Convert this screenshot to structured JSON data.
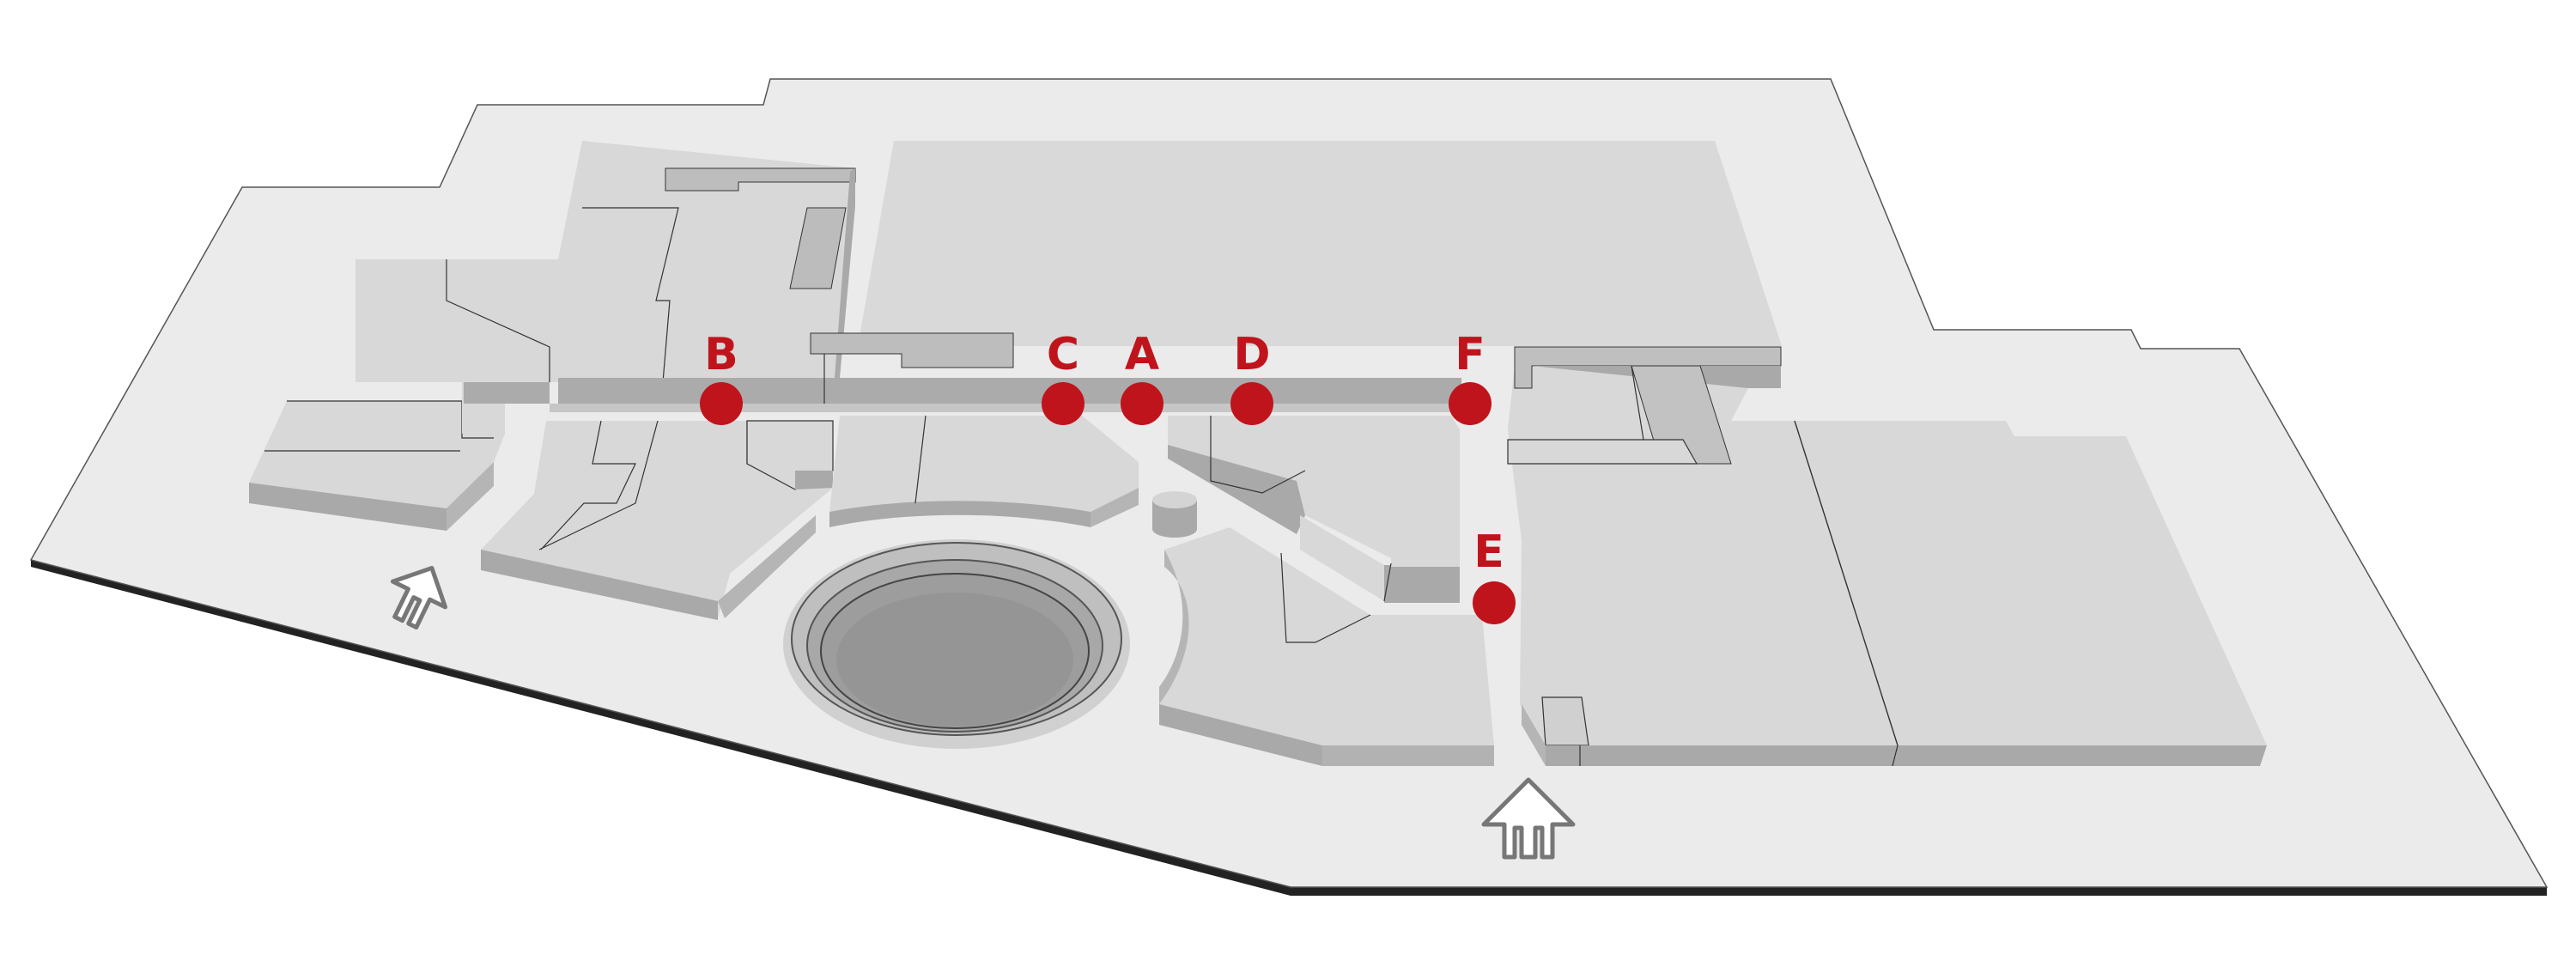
{
  "map": {
    "colors": {
      "ground": "#ebebeb",
      "ground_edge": "#222222",
      "block_top": "#d8d8d8",
      "block_side": "#a9a9a9",
      "crater_dark": "#959595",
      "marker": "#c0141c",
      "arrow_fill": "#ffffff",
      "arrow_stroke": "#777777"
    },
    "markers": [
      {
        "id": "B",
        "letter": "B"
      },
      {
        "id": "C",
        "letter": "C"
      },
      {
        "id": "A",
        "letter": "A"
      },
      {
        "id": "D",
        "letter": "D"
      },
      {
        "id": "F",
        "letter": "F"
      },
      {
        "id": "E",
        "letter": "E"
      }
    ],
    "entrances": [
      {
        "id": "entrance-west",
        "icon": "entrance-arrow-icon"
      },
      {
        "id": "entrance-south",
        "icon": "entrance-arrow-icon"
      }
    ]
  }
}
